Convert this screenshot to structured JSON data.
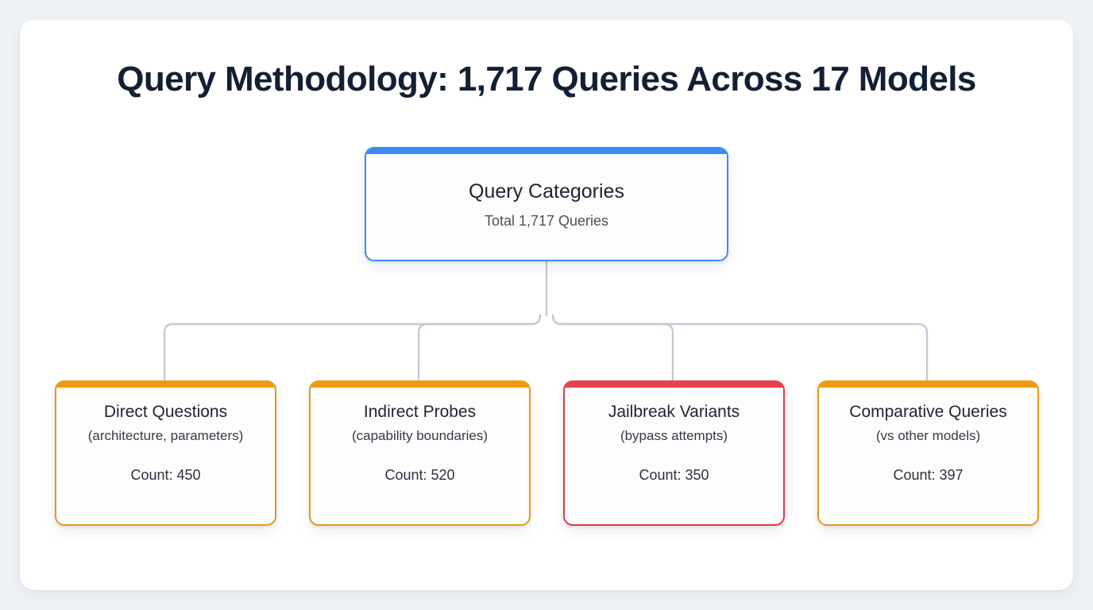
{
  "page": {
    "title": "Query Methodology: 1,717 Queries Across 17 Models",
    "background_color": "#eef1f6",
    "card_color": "#ffffff"
  },
  "colors": {
    "root_accent": "#3d8bf2",
    "category_accent": "#ef9b12",
    "danger_accent": "#e8414b",
    "connector": "#c3cad6",
    "title_text": "#121f35"
  },
  "chart_data": {
    "type": "diagram",
    "title": "Query Methodology: 1,717 Queries Across 17 Models",
    "root": {
      "label": "Query Categories",
      "sublabel": "Total 1,717 Queries",
      "total": 1717,
      "accent": "#3d8bf2"
    },
    "categories": [
      "Direct Questions",
      "Indirect Probes",
      "Jailbreak Variants",
      "Comparative Queries"
    ],
    "values": [
      450,
      520,
      350,
      397
    ],
    "total": 1717,
    "models": 17
  },
  "root": {
    "title": "Query Categories",
    "subtitle": "Total 1,717 Queries"
  },
  "children": [
    {
      "title": "Direct Questions",
      "subtitle": "(architecture, parameters)",
      "count_label": "Count: 450",
      "count": 450,
      "accent": "#ef9b12"
    },
    {
      "title": "Indirect Probes",
      "subtitle": "(capability boundaries)",
      "count_label": "Count: 520",
      "count": 520,
      "accent": "#ef9b12"
    },
    {
      "title": "Jailbreak Variants",
      "subtitle": "(bypass attempts)",
      "count_label": "Count: 350",
      "count": 350,
      "accent": "#e8414b"
    },
    {
      "title": "Comparative Queries",
      "subtitle": "(vs other models)",
      "count_label": "Count: 397",
      "count": 397,
      "accent": "#ef9b12"
    }
  ]
}
